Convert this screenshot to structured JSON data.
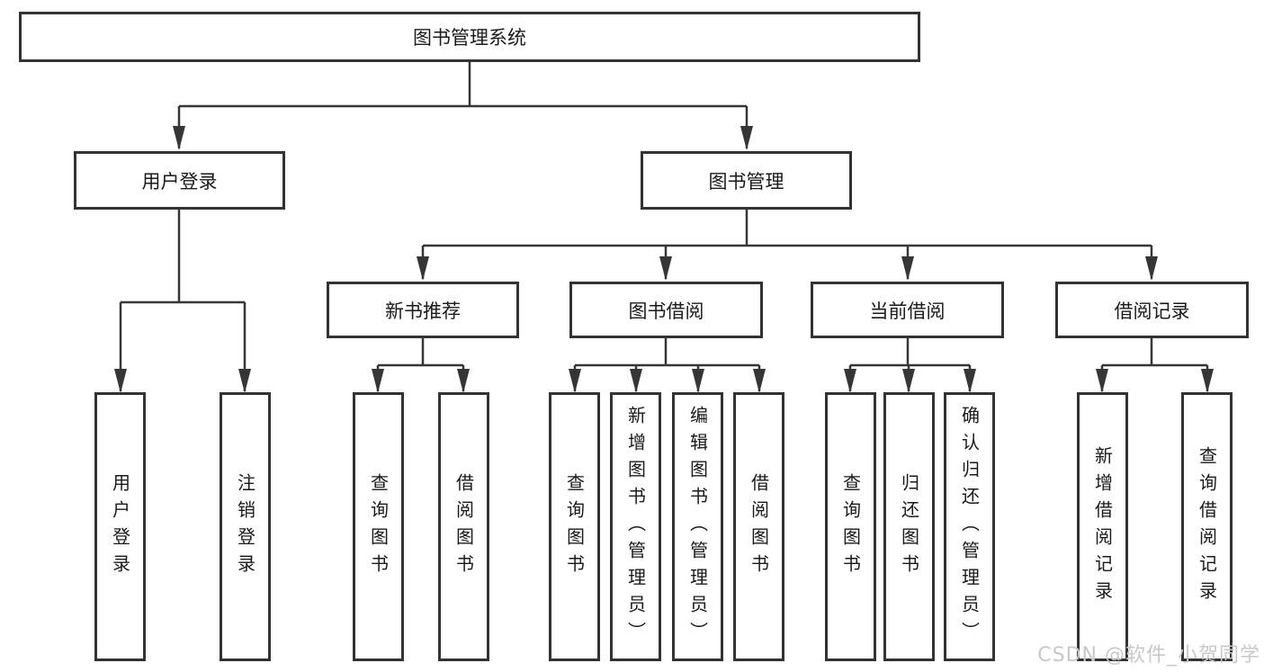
{
  "diagram": {
    "root": {
      "label": "图书管理系统"
    },
    "level2": [
      {
        "label": "用户登录"
      },
      {
        "label": "图书管理"
      }
    ],
    "mid": [
      {
        "label": "新书推荐"
      },
      {
        "label": "图书借阅"
      },
      {
        "label": "当前借阅"
      },
      {
        "label": "借阅记录"
      }
    ],
    "leaves": [
      {
        "label": "用户登录"
      },
      {
        "label": "注销登录"
      },
      {
        "label": "查询图书"
      },
      {
        "label": "借阅图书"
      },
      {
        "label": "查询图书"
      },
      {
        "label": "新增图书（管理员）"
      },
      {
        "label": "编辑图书（管理员）"
      },
      {
        "label": "借阅图书"
      },
      {
        "label": "查询图书"
      },
      {
        "label": "归还图书"
      },
      {
        "label": "确认归还（管理员）"
      },
      {
        "label": "新增借阅记录"
      },
      {
        "label": "查询借阅记录"
      }
    ]
  },
  "watermark": {
    "text": "CSDN @软件_小贺同学"
  },
  "colors": {
    "line": "#363636",
    "border": "#333333",
    "text": "#1a1a1a",
    "background": "#ffffff",
    "watermark": "#c8c8c8"
  }
}
